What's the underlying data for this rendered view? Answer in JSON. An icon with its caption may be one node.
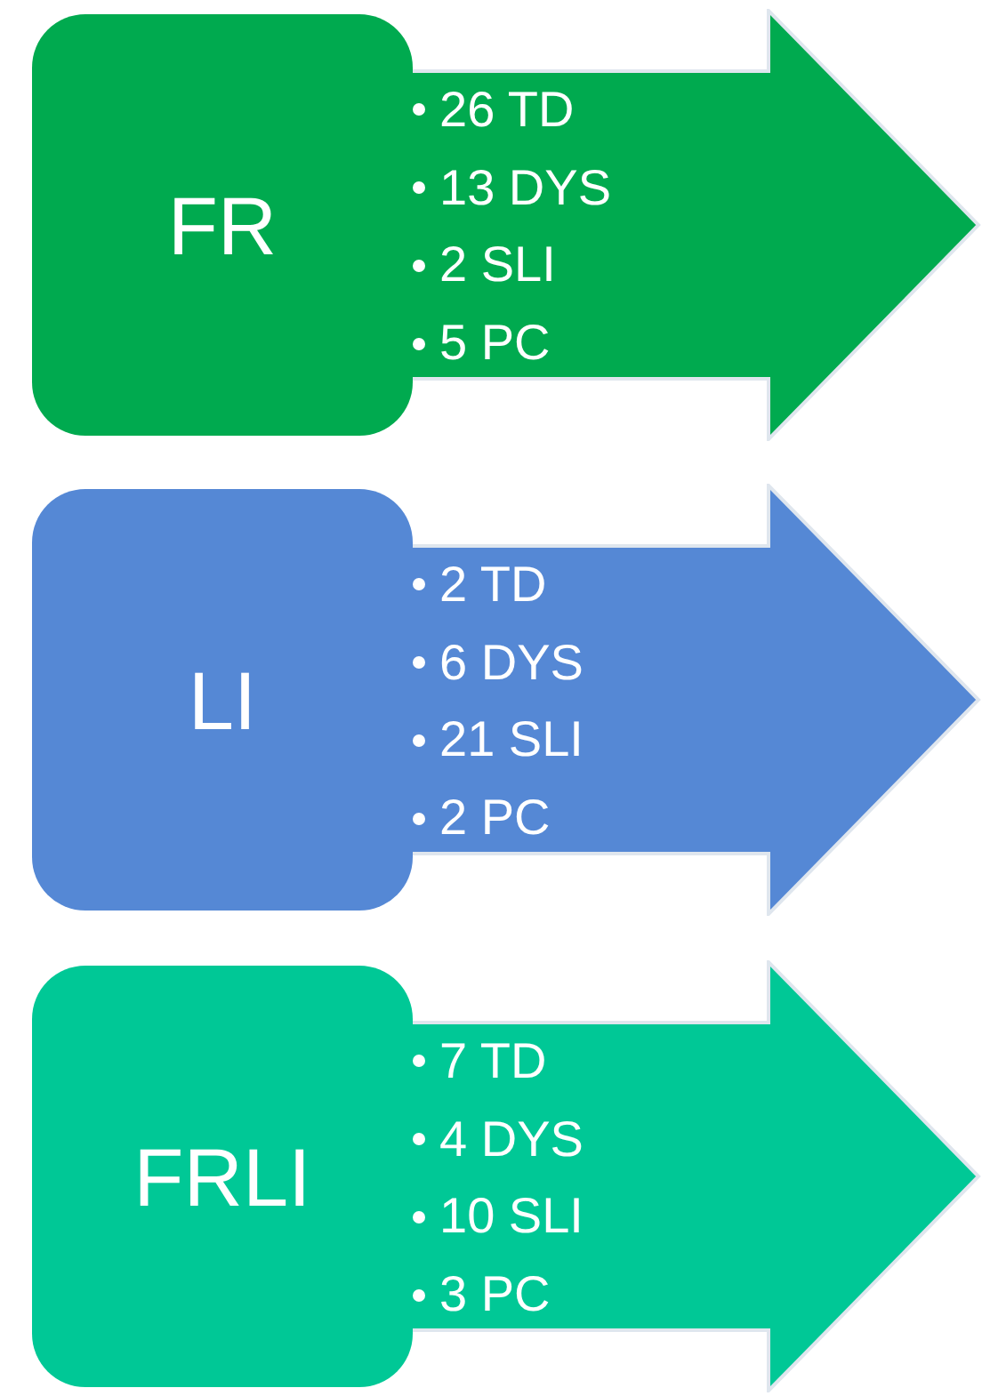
{
  "diagram": {
    "nodes": [
      {
        "text": [
          "FR"
        ]
      },
      {
        "text": [
          "26 TD",
          "13 DYS",
          "2 SLI",
          "5 PC"
        ]
      },
      {
        "text": [
          "LI"
        ]
      },
      {
        "text": [
          "2 TD",
          "6 DYS",
          "21 SLI",
          "2 PC"
        ]
      },
      {
        "text": [
          "FRLI"
        ]
      },
      {
        "text": [
          "7 TD",
          "4 DYS",
          "10 SLI",
          "3 PC"
        ]
      }
    ]
  }
}
